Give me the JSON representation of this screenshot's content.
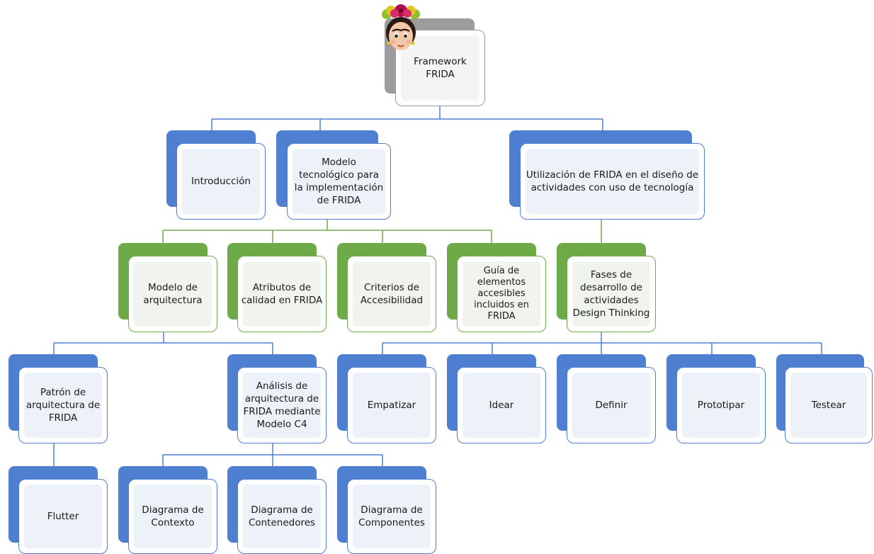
{
  "colors": {
    "blue": "#4e7fd1",
    "green": "#6faa49",
    "gray": "#9c9c9c"
  },
  "logo": {
    "icon": "frida-kahlo-face-with-flower-crown"
  },
  "nodes": {
    "root": "Framework\nFRIDA",
    "introduccion": "Introducción",
    "modelo_tecnologico": "Modelo\ntecnológico para\nla implementación\nde FRIDA",
    "utilizacion": "Utilización de FRIDA en el diseño de\nactividades con uso de tecnología",
    "modelo_arquitectura": "Modelo de\narquitectura",
    "atributos": "Atributos de\ncalidad en FRIDA",
    "criterios": "Criterios de\nAccesibilidad",
    "guia": "Guía de\nelementos\naccesibles\nincluidos en\nFRIDA",
    "fases": "Fases de\ndesarrollo de\nactividades\nDesign Thinking",
    "patron": "Patrón de\narquitectura de\nFRIDA",
    "analisis": "Análisis de\narquitectura de\nFRIDA mediante\nModelo C4",
    "empatizar": "Empatizar",
    "idear": "Idear",
    "definir": "Definir",
    "prototipar": "Prototipar",
    "testear": "Testear",
    "flutter": "Flutter",
    "diagrama_contexto": "Diagrama de\nContexto",
    "diagrama_contenedores": "Diagrama de\nContenedores",
    "diagrama_componentes": "Diagrama de\nComponentes"
  }
}
